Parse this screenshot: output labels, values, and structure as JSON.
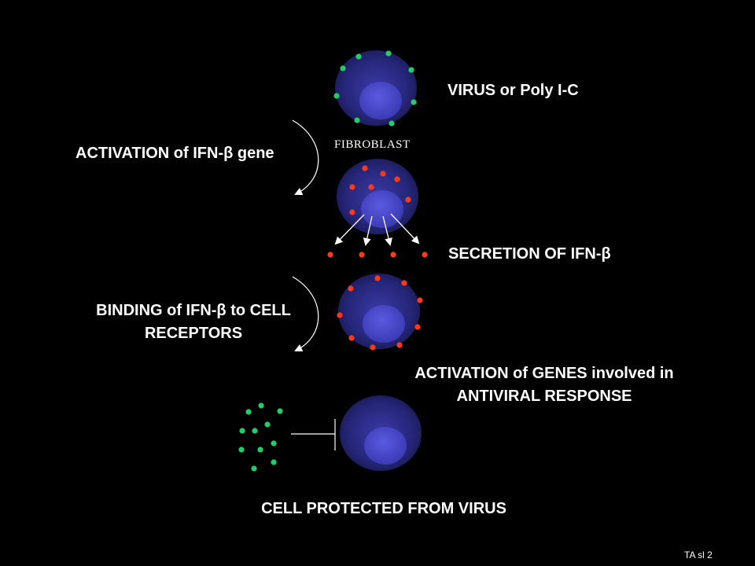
{
  "labels": {
    "virus": "VIRUS or Poly I-C",
    "fibroblast": "FIBROBLAST",
    "activation_ifn": "ACTIVATION of IFN-β gene",
    "secretion": "SECRETION OF IFN-β",
    "binding_line1": "BINDING of IFN-β to CELL",
    "binding_line2": "RECEPTORS",
    "antiviral_line1": "ACTIVATION of GENES involved in",
    "antiviral_line2": "ANTIVIRAL RESPONSE",
    "protected": "CELL PROTECTED FROM  VIRUS",
    "slide_ref": "TA sl 2"
  },
  "colors": {
    "background": "#000000",
    "cell_outer": "#2a2a8c",
    "cell_nucleus": "#4444cc",
    "virus_dot": "#22cc66",
    "ifn_dot": "#ff3a1a",
    "arrow": "#ffffff"
  }
}
